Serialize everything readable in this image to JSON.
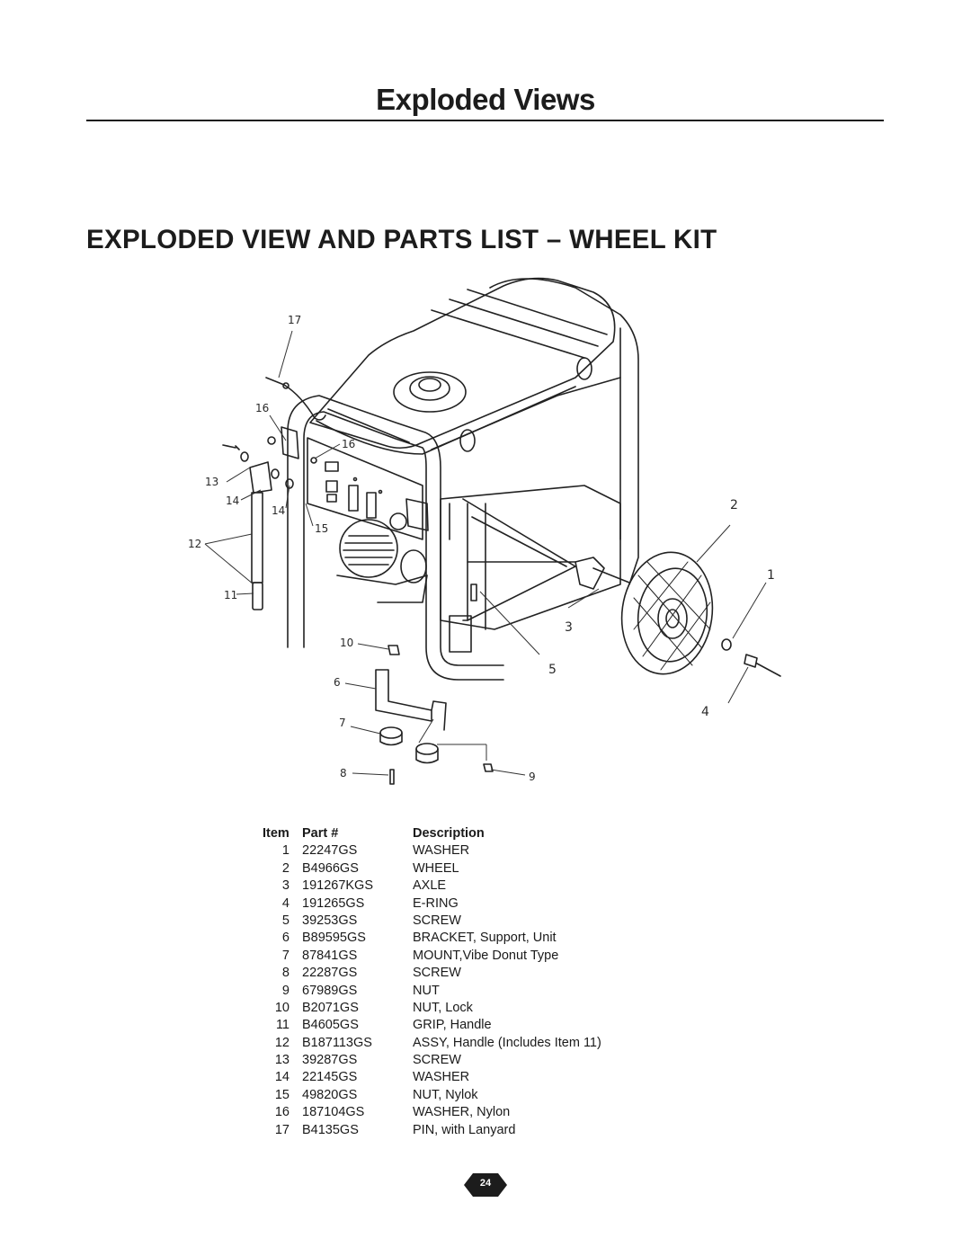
{
  "header": {
    "section_title": "Exploded Views"
  },
  "page_heading": "EXPLODED VIEW AND PARTS LIST – WHEEL KIT",
  "diagram": {
    "callouts": [
      "17",
      "16",
      "16",
      "13",
      "14",
      "14",
      "15",
      "12",
      "11",
      "10",
      "6",
      "7",
      "8",
      "9",
      "5",
      "4",
      "3",
      "2",
      "1"
    ]
  },
  "parts_list": {
    "headers": {
      "item": "Item",
      "part": "Part #",
      "description": "Description"
    },
    "rows": [
      {
        "item": "1",
        "part": "22247GS",
        "description": "WASHER"
      },
      {
        "item": "2",
        "part": "B4966GS",
        "description": "WHEEL"
      },
      {
        "item": "3",
        "part": "191267KGS",
        "description": "AXLE"
      },
      {
        "item": "4",
        "part": "191265GS",
        "description": "E-RING"
      },
      {
        "item": "5",
        "part": "39253GS",
        "description": "SCREW"
      },
      {
        "item": "6",
        "part": "B89595GS",
        "description": "BRACKET, Support, Unit"
      },
      {
        "item": "7",
        "part": "87841GS",
        "description": "MOUNT,Vibe Donut Type"
      },
      {
        "item": "8",
        "part": "22287GS",
        "description": "SCREW"
      },
      {
        "item": "9",
        "part": "67989GS",
        "description": "NUT"
      },
      {
        "item": "10",
        "part": "B2071GS",
        "description": "NUT, Lock"
      },
      {
        "item": "11",
        "part": "B4605GS",
        "description": "GRIP, Handle"
      },
      {
        "item": "12",
        "part": "B187113GS",
        "description": "ASSY, Handle (Includes Item 11)"
      },
      {
        "item": "13",
        "part": "39287GS",
        "description": "SCREW"
      },
      {
        "item": "14",
        "part": "22145GS",
        "description": "WASHER"
      },
      {
        "item": "15",
        "part": "49820GS",
        "description": "NUT, Nylok"
      },
      {
        "item": "16",
        "part": "187104GS",
        "description": "WASHER, Nylon"
      },
      {
        "item": "17",
        "part": "B4135GS",
        "description": "PIN, with Lanyard"
      }
    ]
  },
  "footer": {
    "page_number": "24"
  }
}
